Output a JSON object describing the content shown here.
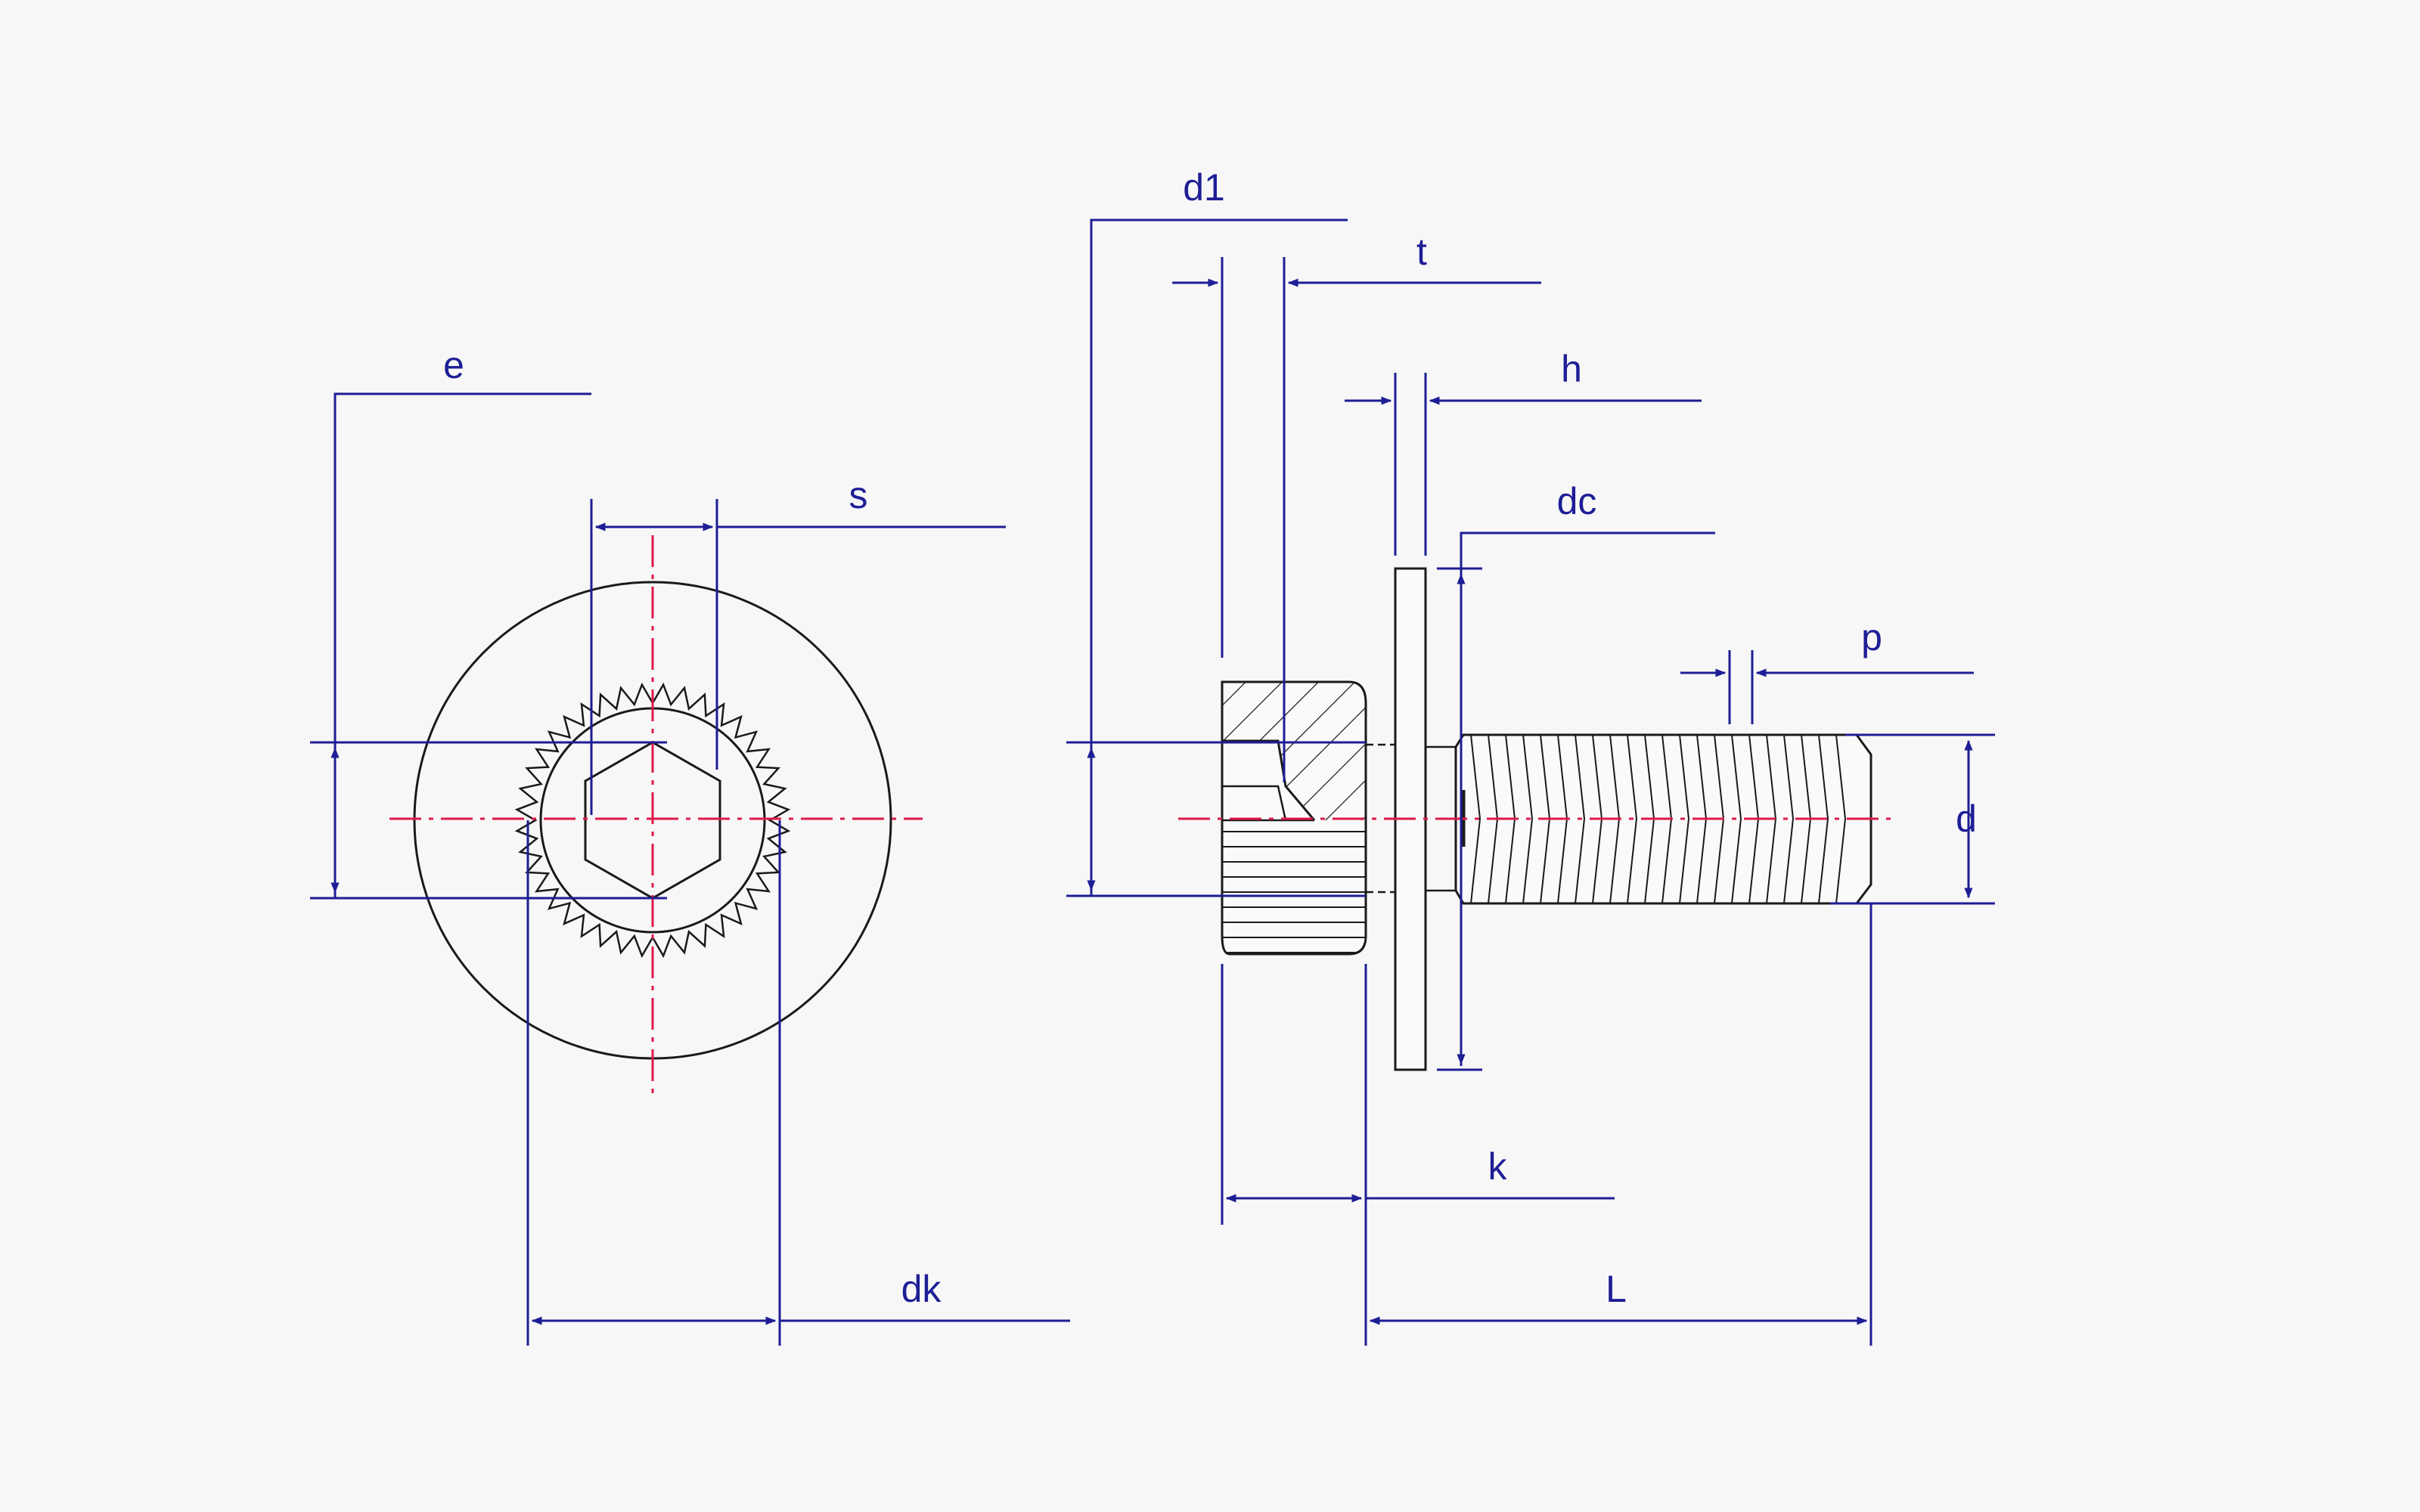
{
  "drawing": {
    "colors": {
      "background": "#f7f7f7",
      "dimension": "#1e1e96",
      "outline": "#1a1a1a",
      "centerline": "#e0194a"
    },
    "labels": {
      "e": "e",
      "s": "s",
      "dk": "dk",
      "d1": "d1",
      "t": "t",
      "h": "h",
      "dc": "dc",
      "p": "p",
      "d": "d",
      "k": "k",
      "L": "L"
    }
  }
}
